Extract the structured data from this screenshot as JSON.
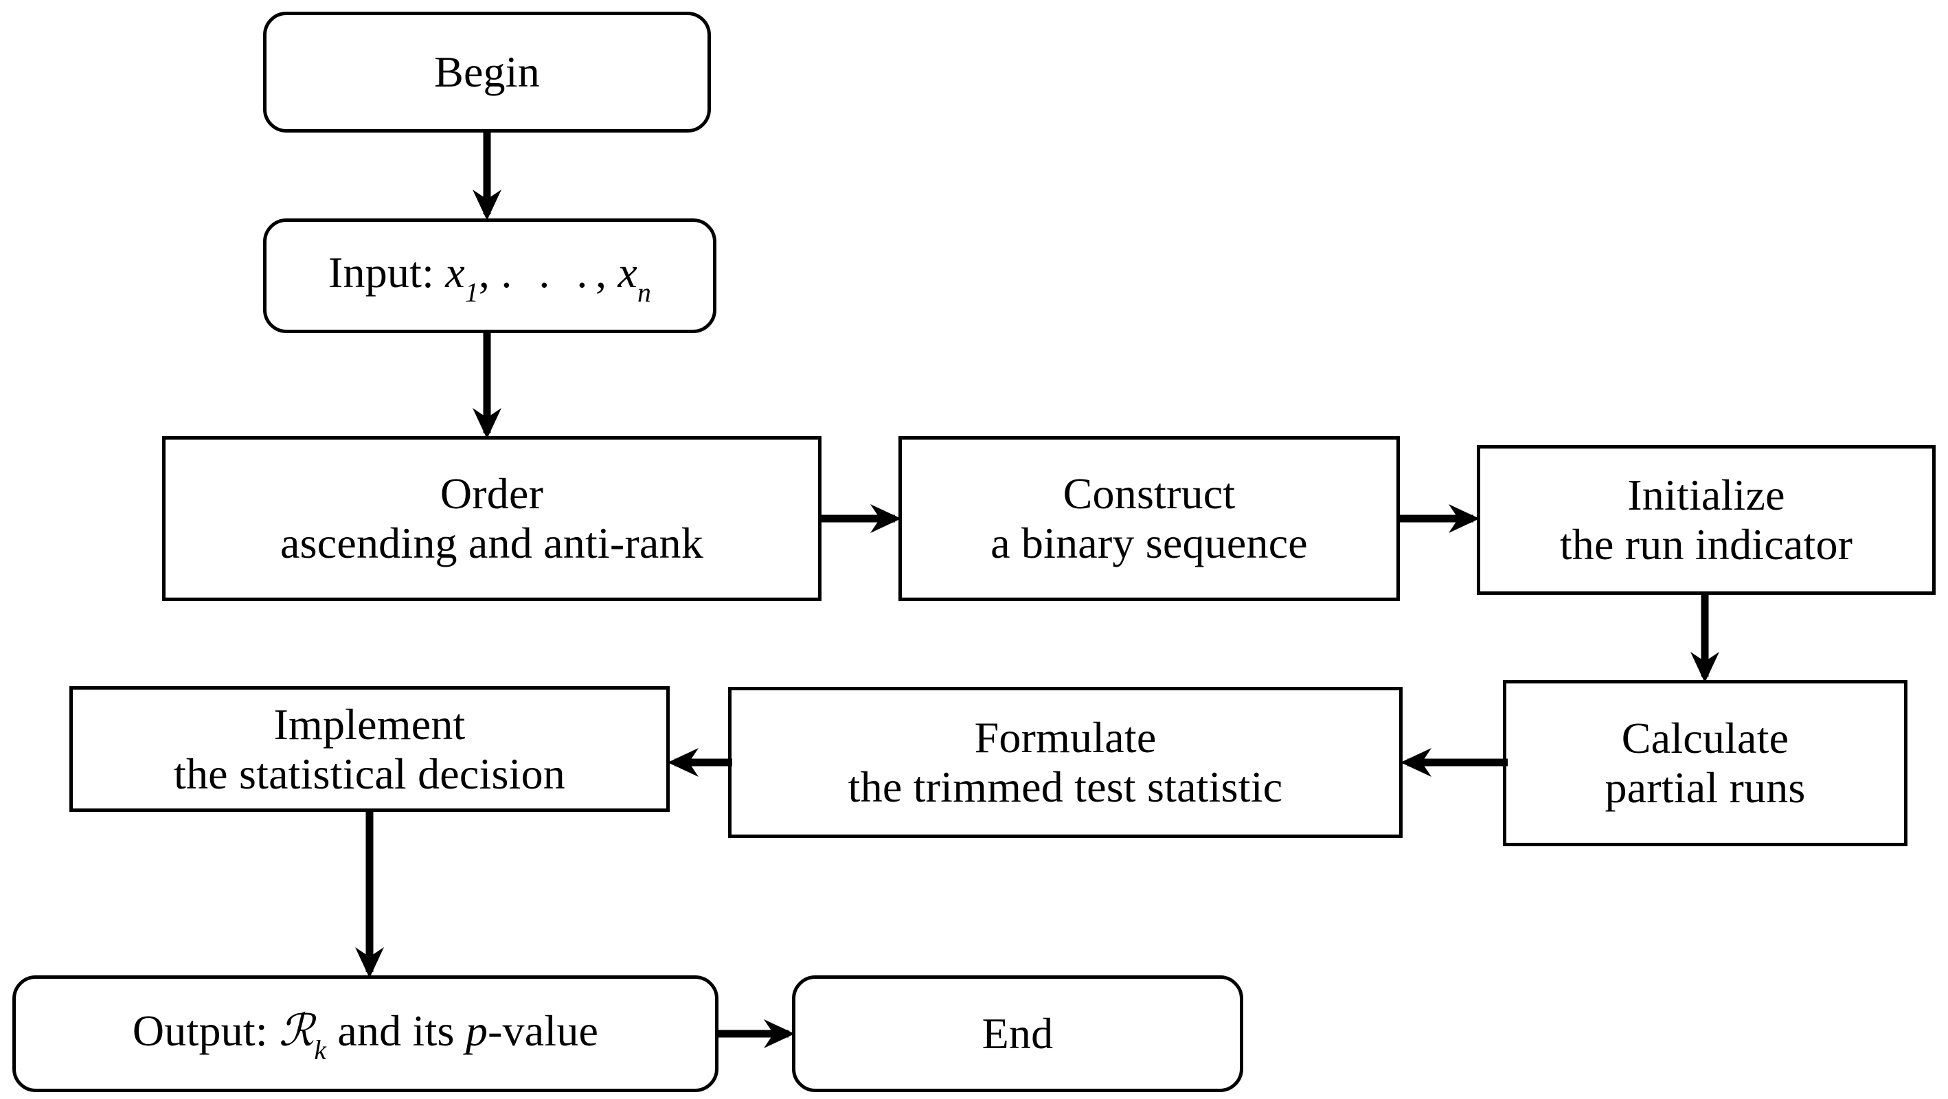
{
  "diagram": {
    "title": "Algorithm flowchart for the trimmed runs test",
    "type": "flowchart",
    "background_color": "#ffffff",
    "line_color": "#000000",
    "nodes": [
      {
        "id": "begin",
        "name": "begin-node",
        "shape": "rounded-rectangle",
        "lines": [
          "Begin"
        ]
      },
      {
        "id": "input",
        "name": "input-node",
        "shape": "rounded-rectangle",
        "lines": [
          "Input: x_1, ... , x_n"
        ],
        "label_prefix": "Input:",
        "math": {
          "var": "x",
          "first_subscript": "1",
          "last_subscript": "n",
          "ellipsis": ". . ."
        }
      },
      {
        "id": "order",
        "name": "order-node",
        "shape": "rectangle",
        "lines": [
          "Order",
          "ascending and anti-rank"
        ]
      },
      {
        "id": "construct",
        "name": "construct-node",
        "shape": "rectangle",
        "lines": [
          "Construct",
          "a binary sequence"
        ]
      },
      {
        "id": "initialize",
        "name": "initialize-node",
        "shape": "rectangle",
        "lines": [
          "Initialize",
          "the run indicator"
        ]
      },
      {
        "id": "calculate",
        "name": "calculate-node",
        "shape": "rectangle",
        "lines": [
          "Calculate",
          "partial runs"
        ]
      },
      {
        "id": "formulate",
        "name": "formulate-node",
        "shape": "rectangle",
        "lines": [
          "Formulate",
          "the trimmed test statistic"
        ]
      },
      {
        "id": "implement",
        "name": "implement-node",
        "shape": "rectangle",
        "lines": [
          "Implement",
          "the statistical decision"
        ]
      },
      {
        "id": "output",
        "name": "output-node",
        "shape": "rounded-rectangle",
        "lines": [
          "Output: R_k and its p-value"
        ],
        "label_prefix": "Output:",
        "label_middle": "and its",
        "label_suffix": "-value",
        "math": {
          "statistic": "ℛ",
          "statistic_subscript": "k",
          "pvalue_var": "p"
        }
      },
      {
        "id": "end",
        "name": "end-node",
        "shape": "rounded-rectangle",
        "lines": [
          "End"
        ]
      }
    ],
    "edges": [
      {
        "from": "begin",
        "to": "input",
        "direction": "down"
      },
      {
        "from": "input",
        "to": "order",
        "direction": "down"
      },
      {
        "from": "order",
        "to": "construct",
        "direction": "right"
      },
      {
        "from": "construct",
        "to": "initialize",
        "direction": "right"
      },
      {
        "from": "initialize",
        "to": "calculate",
        "direction": "down"
      },
      {
        "from": "calculate",
        "to": "formulate",
        "direction": "left"
      },
      {
        "from": "formulate",
        "to": "implement",
        "direction": "left"
      },
      {
        "from": "implement",
        "to": "output",
        "direction": "down"
      },
      {
        "from": "output",
        "to": "end",
        "direction": "right"
      }
    ]
  }
}
